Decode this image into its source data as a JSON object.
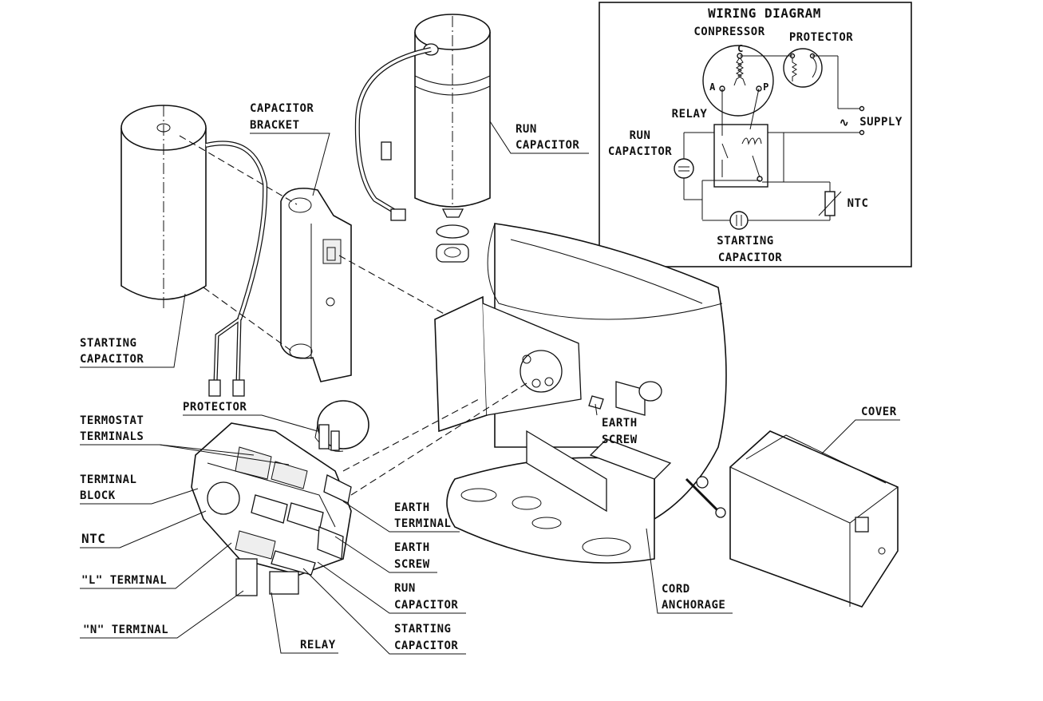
{
  "wiring_diagram": {
    "title": "WIRING DIAGRAM",
    "compressor": "CONPRESSOR",
    "protector": "PROTECTOR",
    "relay": "RELAY",
    "run_capacitor_line1": "RUN",
    "run_capacitor_line2": "CAPACITOR",
    "supply": "SUPPLY",
    "supply_symbol": "∿",
    "ntc": "NTC",
    "starting_capacitor_line1": "STARTING",
    "starting_capacitor_line2": "CAPACITOR",
    "terminal_c": "C",
    "terminal_a": "A",
    "terminal_p": "P"
  },
  "callouts": {
    "capacitor_bracket_line1": "CAPACITOR",
    "capacitor_bracket_line2": "BRACKET",
    "run_capacitor_top_line1": "RUN",
    "run_capacitor_top_line2": "CAPACITOR",
    "starting_capacitor_left_line1": "STARTING",
    "starting_capacitor_left_line2": "CAPACITOR",
    "protector": "PROTECTOR",
    "termostat_terminals_line1": "TERMOSTAT",
    "termostat_terminals_line2": "TERMINALS",
    "terminal_block_line1": "TERMINAL",
    "terminal_block_line2": "BLOCK",
    "ntc": "NTC",
    "l_terminal": "\"L\" TERMINAL",
    "n_terminal": "\"N\" TERMINAL",
    "relay": "RELAY",
    "earth_terminal_line1": "EARTH",
    "earth_terminal_line2": "TERMINAL",
    "earth_screw_lower_line1": "EARTH",
    "earth_screw_lower_line2": "SCREW",
    "run_capacitor_bottom_line1": "RUN",
    "run_capacitor_bottom_line2": "CAPACITOR",
    "starting_capacitor_bottom_line1": "STARTING",
    "starting_capacitor_bottom_line2": "CAPACITOR",
    "earth_screw_upper_line1": "EARTH",
    "earth_screw_upper_line2": "SCREW",
    "cord_anchorage_line1": "CORD",
    "cord_anchorage_line2": "ANCHORAGE",
    "cover": "COVER"
  }
}
